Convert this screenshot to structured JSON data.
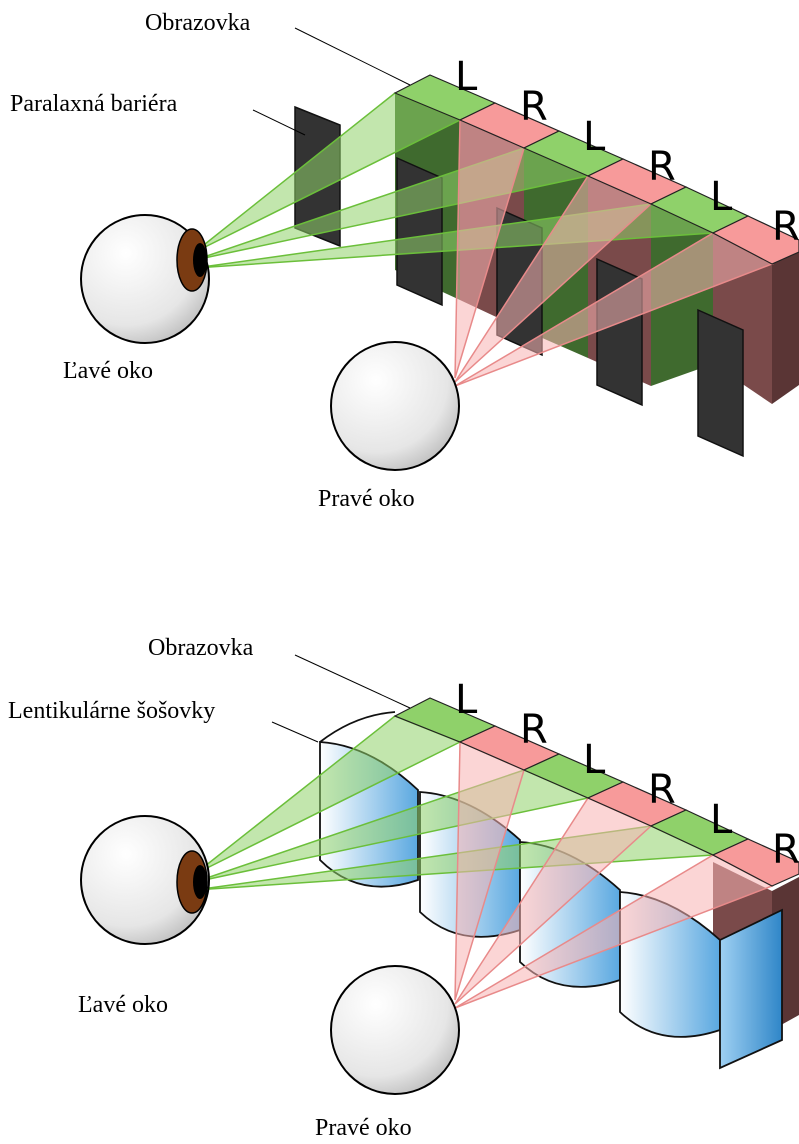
{
  "top": {
    "screen_label": "Obrazovka",
    "device_label": "Paralaxná bariéra",
    "left_eye_label": "Ľavé oko",
    "right_eye_label": "Pravé oko",
    "pixel_letters": [
      "L",
      "R",
      "L",
      "R",
      "L",
      "R"
    ]
  },
  "bottom": {
    "screen_label": "Obrazovka",
    "device_label": "Lentikulárne šošovky",
    "left_eye_label": "Ľavé oko",
    "right_eye_label": "Pravé oko",
    "pixel_letters": [
      "L",
      "R",
      "L",
      "R",
      "L",
      "R"
    ]
  },
  "colors": {
    "left_pixel": "#8fd16a",
    "right_pixel": "#f79a9a",
    "left_ray": "#6bbf3a",
    "right_ray": "#f0a0a0",
    "barrier": "#333333",
    "lens": "#5aa8e0",
    "iris": "#7a3b12"
  }
}
